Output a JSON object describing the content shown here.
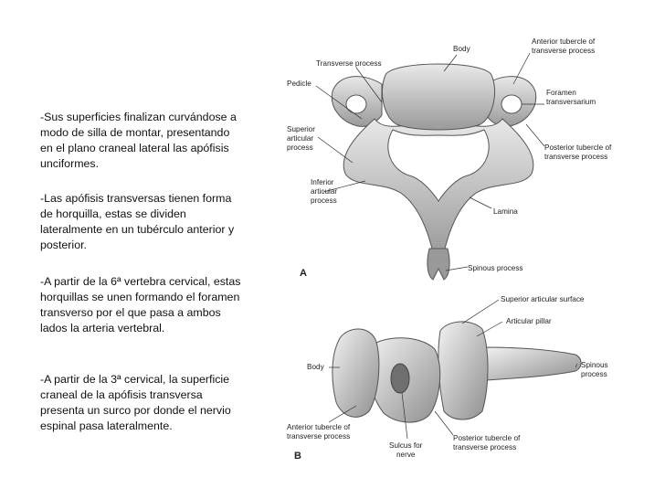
{
  "text": {
    "p1": "-Sus superficies finalizan curvándose a modo de silla de montar, presentando en el plano craneal  lateral las apófisis unciformes.",
    "p2": "-Las apófisis transversas tienen forma de horquilla, estas se dividen lateralmente en un tubérculo anterior y posterior.",
    "p3": "-A partir de la 6ª vertebra cervical, estas horquillas se unen formando  el foramen transverso por el que pasa a ambos lados la arteria vertebral.",
    "p4": "-A partir de la 3ª cervical, la superficie craneal de la apófisis transversa presenta un surco por donde el nervio espinal pasa lateralmente."
  },
  "figure": {
    "panel_a": "A",
    "panel_b": "B",
    "a": {
      "body": "Body",
      "transverse_process": "Transverse process",
      "anterior_tubercle_1": "Anterior tubercle of",
      "anterior_tubercle_2": "transverse process",
      "pedicle": "Pedicle",
      "foramen_1": "Foramen",
      "foramen_2": "transversarium",
      "superior_1": "Superior",
      "superior_2": "articular",
      "superior_3": "process",
      "posterior_tubercle_1": "Posterior tubercle of",
      "posterior_tubercle_2": "transverse process",
      "inferior_1": "Inferior",
      "inferior_2": "articular",
      "inferior_3": "process",
      "lamina": "Lamina",
      "spinous": "Spinous process"
    },
    "b": {
      "superior_surface": "Superior articular surface",
      "articular_pillar": "Articular pillar",
      "body": "Body",
      "spinous_1": "Spinous",
      "spinous_2": "process",
      "anterior_tubercle_1": "Anterior tubercle of",
      "anterior_tubercle_2": "transverse process",
      "sulcus_1": "Sulcus for",
      "sulcus_2": "nerve",
      "posterior_tubercle_1": "Posterior tubercle of",
      "posterior_tubercle_2": "transverse process"
    }
  }
}
